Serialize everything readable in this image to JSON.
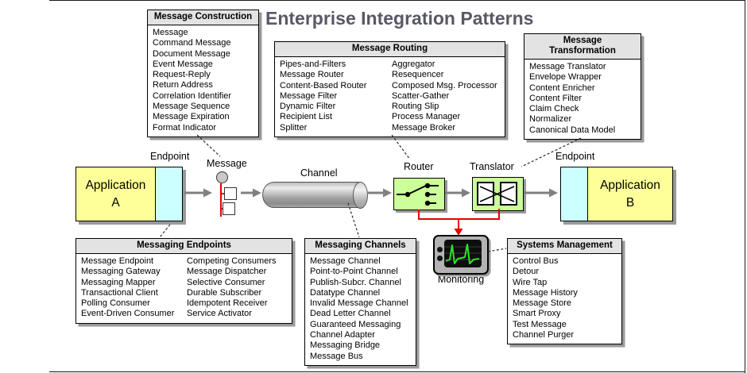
{
  "title": "Enterprise Integration Patterns",
  "boxes": {
    "message_construction": {
      "title": "Message Construction",
      "items": [
        "Message",
        "Command Message",
        "Document Message",
        "Event Message",
        "Request-Reply",
        "Return Address",
        "Correlation Identifier",
        "Message Sequence",
        "Message Expiration",
        "Format Indicator"
      ]
    },
    "message_routing": {
      "title": "Message Routing",
      "col1": [
        "Pipes-and-Filters",
        "Message Router",
        "Content-Based Router",
        "Message Filter",
        "Dynamic Filter",
        "Recipient List",
        "Splitter"
      ],
      "col2": [
        "Aggregator",
        "Resequencer",
        "Composed Msg. Processor",
        "Scatter-Gather",
        "Routing Slip",
        "Process Manager",
        "Message Broker"
      ]
    },
    "message_transformation": {
      "title": "Message Transformation",
      "items": [
        "Message Translator",
        "Envelope Wrapper",
        "Content Enricher",
        "Content Filter",
        "Claim Check",
        "Normalizer",
        "Canonical Data Model"
      ]
    },
    "messaging_endpoints": {
      "title": "Messaging Endpoints",
      "col1": [
        "Message Endpoint",
        "Messaging Gateway",
        "Messaging Mapper",
        "Transactional Client",
        "Polling Consumer",
        "Event-Driven Consumer"
      ],
      "col2": [
        "Competing Consumers",
        "Message Dispatcher",
        "Selective Consumer",
        "Durable Subscriber",
        "Idempotent Receiver",
        "Service Activator"
      ]
    },
    "messaging_channels": {
      "title": "Messaging Channels",
      "items": [
        "Message Channel",
        "Point-to-Point Channel",
        "Publish-Subcr. Channel",
        "Datatype Channel",
        "Invalid Message Channel",
        "Dead Letter Channel",
        "Guaranteed Messaging",
        "Channel Adapter",
        "Messaging Bridge",
        "Message Bus"
      ]
    },
    "systems_management": {
      "title": "Systems Management",
      "items": [
        "Control Bus",
        "Detour",
        "Wire Tap",
        "Message History",
        "Message Store",
        "Smart Proxy",
        "Test Message",
        "Channel Purger"
      ]
    }
  },
  "diagram": {
    "application_a": "Application\nA",
    "application_b": "Application\nB",
    "endpoint_label_left": "Endpoint",
    "endpoint_label_right": "Endpoint",
    "message_label": "Message",
    "channel_label": "Channel",
    "router_label": "Router",
    "translator_label": "Translator",
    "monitoring_label": "Monitoring"
  },
  "icons": {
    "message": "circle-with-two-squares",
    "channel": "gray-cylinder-pipe",
    "router": "selector-switch",
    "translator": "two-squares-crossed",
    "monitoring": "oscilloscope-screen-with-green-waveform"
  },
  "colors": {
    "application_yellow": "#FFFF99",
    "endpoint_cyan": "#CCFFFF",
    "processor_green": "#CCFF99",
    "monitor_trace_green": "#2CE52C",
    "signal_red": "#E80000",
    "arrow_gray": "#808080",
    "box_header_gray": "#E3E3E3",
    "shadow_gray": "#999999",
    "title_color": "#585866"
  }
}
